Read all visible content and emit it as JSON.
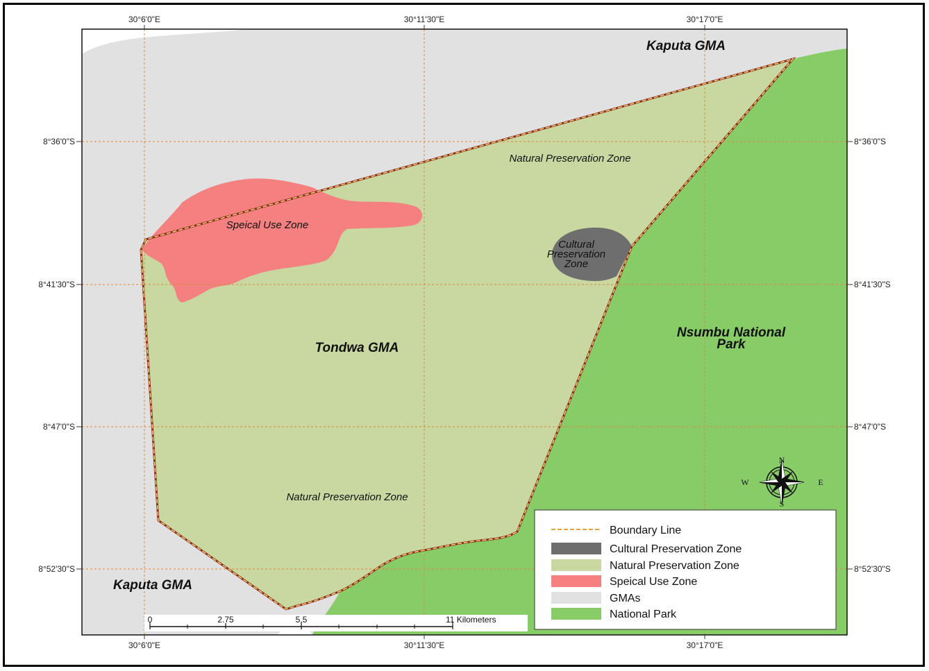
{
  "map": {
    "top_longitudes": [
      "30°6'0\"E",
      "30°11'30\"E",
      "30°17'0\"E"
    ],
    "bottom_longitudes": [
      "30°6'0\"E",
      "30°11'30\"E",
      "30°17'0\"E"
    ],
    "left_latitudes": [
      "8°36'0\"S",
      "8°41'30\"S",
      "8°47'0\"S",
      "8°52'30\"S"
    ],
    "right_latitudes": [
      "8°36'0\"S",
      "8°41'30\"S",
      "8°47'0\"S",
      "8°52'30\"S"
    ]
  },
  "labels": {
    "kaputa_top": "Kaputa GMA",
    "kaputa_bottom": "Kaputa GMA",
    "tondwa": "Tondwa GMA",
    "nsumbu_line1": "Nsumbu National",
    "nsumbu_line2": "Park",
    "natural_top": "Natural Preservation Zone",
    "natural_bottom": "Natural Preservation Zone",
    "special_use": "Speical Use Zone",
    "cultural_line1": "Cultural",
    "cultural_line2": "Preservation",
    "cultural_line3": "Zone"
  },
  "legend": {
    "items": [
      {
        "label": "Boundary Line",
        "color": "#e3a33a"
      },
      {
        "label": "Cultural Preservation Zone",
        "color": "#6e6e6e"
      },
      {
        "label": "Natural Preservation Zone",
        "color": "#c9d8a0"
      },
      {
        "label": "Speical Use Zone",
        "color": "#f58080"
      },
      {
        "label": "GMAs",
        "color": "#e1e1e1"
      },
      {
        "label": "National Park",
        "color": "#87cc66"
      }
    ]
  },
  "scale_bar": {
    "ticks": [
      "0",
      "2.75",
      "5.5",
      "11 Kilometers"
    ]
  },
  "compass": {
    "north": "N",
    "south": "S",
    "east": "E",
    "west": "W",
    "icon": "compass-rose-icon"
  },
  "colors": {
    "gma": "#e1e1e1",
    "natural": "#c9d8a0",
    "park": "#87cc66",
    "special": "#f58080",
    "cultural": "#6e6e6e",
    "boundary": "#e3a33a",
    "grid": "#d08a4a"
  }
}
